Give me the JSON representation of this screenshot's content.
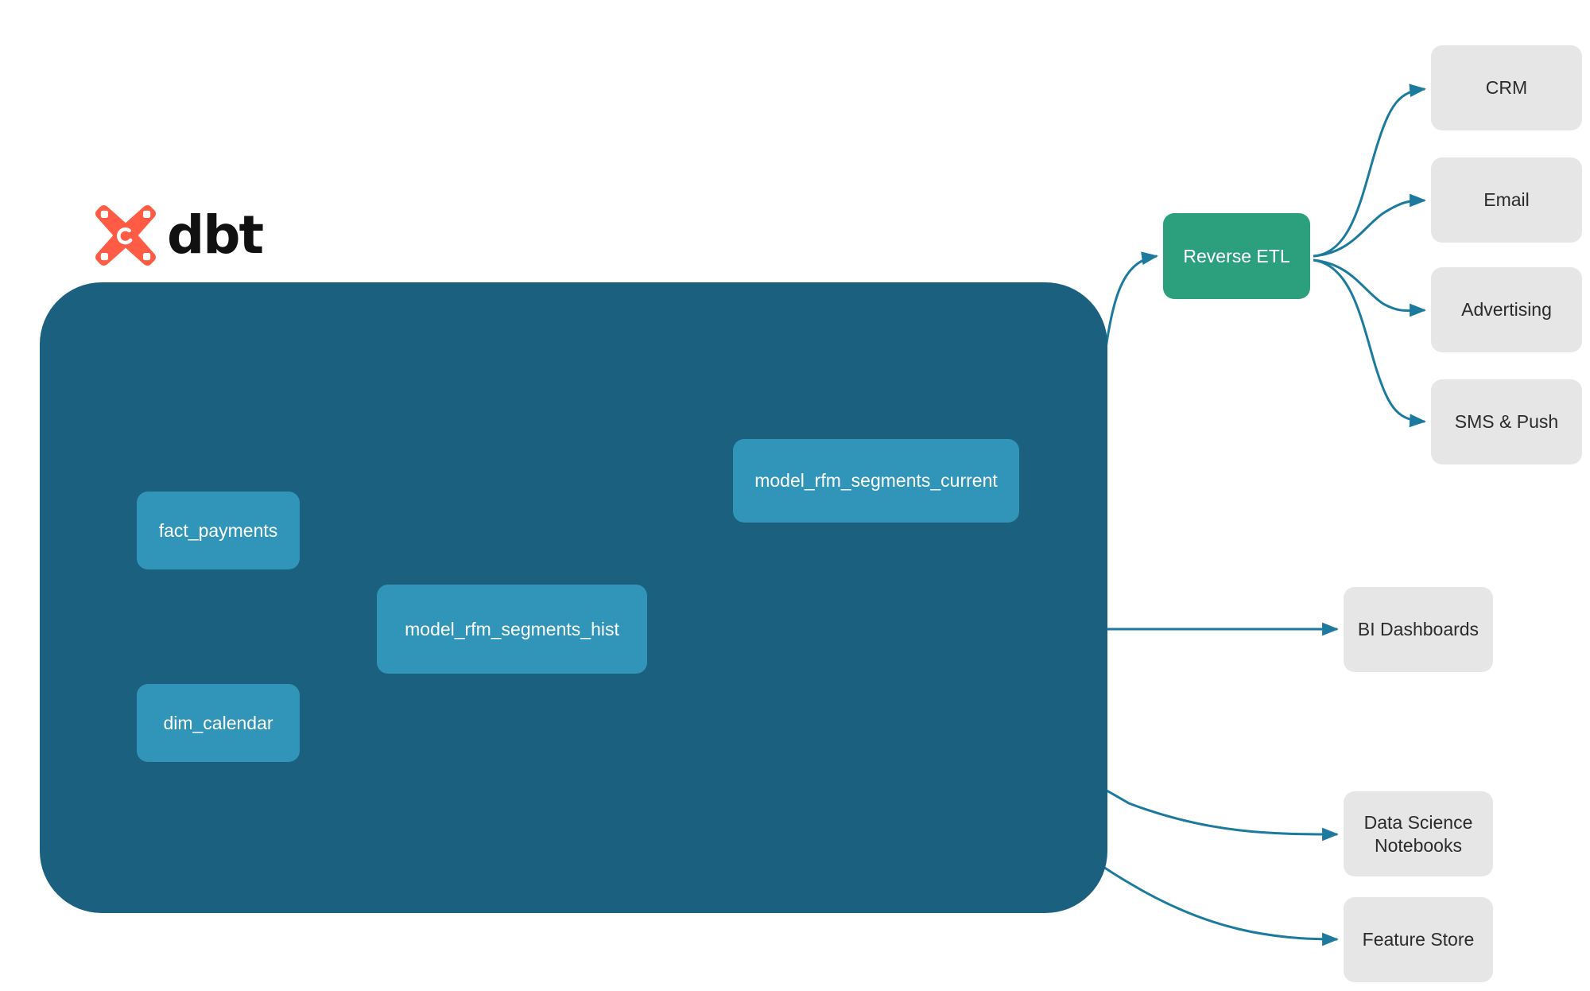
{
  "brand": {
    "logo_icon": "dbt-logo-icon",
    "wordmark": "dbt",
    "logo_color": "#FF5B45",
    "container_color": "#1C607F",
    "model_node_color": "#3095B8",
    "etl_node_color": "#2CA07C",
    "destination_node_color": "#E6E6E6",
    "edge_color_inner": "#2E93B5",
    "edge_color_outer": "#1C7A9E"
  },
  "project": {
    "models": [
      {
        "id": "fact_payments",
        "label": "fact_payments"
      },
      {
        "id": "dim_calendar",
        "label": "dim_calendar"
      },
      {
        "id": "model_rfm_segments_hist",
        "label": "model_rfm_segments_hist"
      },
      {
        "id": "model_rfm_segments_current",
        "label": "model_rfm_segments_current"
      }
    ]
  },
  "activation": {
    "reverse_etl": {
      "label": "Reverse ETL"
    },
    "channels": [
      {
        "id": "crm",
        "label": "CRM"
      },
      {
        "id": "email",
        "label": "Email"
      },
      {
        "id": "advertising",
        "label": "Advertising"
      },
      {
        "id": "sms_push",
        "label": "SMS & Push"
      }
    ]
  },
  "consumers": [
    {
      "id": "bi_dashboards",
      "label": "BI Dashboards"
    },
    {
      "id": "data_science_notebooks",
      "label": "Data Science\nNotebooks"
    },
    {
      "id": "feature_store",
      "label": "Feature Store"
    }
  ]
}
